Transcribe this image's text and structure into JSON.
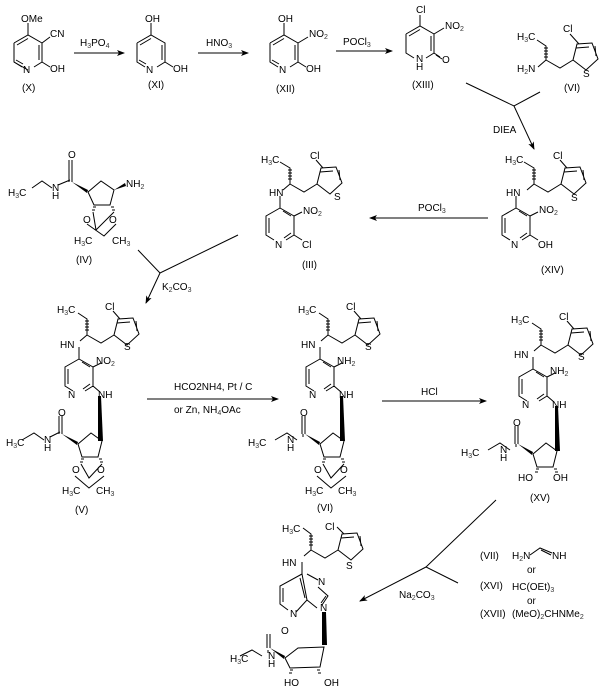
{
  "compounds": {
    "X": {
      "label": "(X)",
      "atoms": {
        "ome": "OMe",
        "cn": "CN",
        "n": "N",
        "oh": "OH"
      }
    },
    "XI": {
      "label": "(XI)",
      "atoms": {
        "oh_top": "OH",
        "n": "N",
        "oh": "OH"
      }
    },
    "XII": {
      "label": "(XII)",
      "atoms": {
        "oh_top": "OH",
        "no2": "NO",
        "no2_sub": "2",
        "n": "N",
        "oh": "OH"
      }
    },
    "XIII": {
      "label": "(XIII)",
      "atoms": {
        "cl": "Cl",
        "no2": "NO",
        "no2_sub": "2",
        "n": "N",
        "h": "H",
        "o": "O"
      }
    },
    "VI": {
      "label": "(VI)",
      "atoms": {
        "h3c": "H",
        "h3c_sub": "3",
        "h3c_c": "C",
        "cl": "Cl",
        "h2n": "H",
        "h2n_sub": "2",
        "h2n_n": "N",
        "s": "S"
      }
    },
    "IV": {
      "label": "(IV)",
      "atoms": {
        "o": "O",
        "h3c": "H",
        "h3c_sub": "3",
        "h3c_c": "C",
        "nh": "N",
        "h": "H",
        "nh2": "NH",
        "nh2_sub": "2",
        "o1": "O",
        "o2": "O",
        "me1": "H",
        "me1_sub": "3",
        "me1_c": "C",
        "me2": "CH",
        "me2_sub": "3"
      }
    },
    "III": {
      "label": "(III)",
      "atoms": {
        "h3c": "H",
        "h3c_sub": "3",
        "h3c_c": "C",
        "cl_th": "Cl",
        "hn": "HN",
        "s": "S",
        "no2": "NO",
        "no2_sub": "2",
        "n": "N",
        "cl": "Cl"
      }
    },
    "XIV": {
      "label": "(XIV)",
      "atoms": {
        "h3c": "H",
        "h3c_sub": "3",
        "h3c_c": "C",
        "cl_th": "Cl",
        "hn": "HN",
        "s": "S",
        "no2": "NO",
        "no2_sub": "2",
        "n": "N",
        "oh": "OH"
      }
    },
    "V": {
      "label": "(V)",
      "atoms": {
        "h3c": "H",
        "h3c_sub": "3",
        "h3c_c": "C",
        "cl_th": "Cl",
        "hn": "HN",
        "s": "S",
        "no2": "NO",
        "no2_sub": "2",
        "n": "N",
        "nh": "NH",
        "o": "O",
        "eh3c": "H",
        "eh3c_sub": "3",
        "eh3c_c": "C",
        "amide_n": "N",
        "amide_h": "H",
        "o1": "O",
        "o2": "O",
        "me1": "H",
        "me1_sub": "3",
        "me1_c": "C",
        "me2": "CH",
        "me2_sub": "3"
      }
    },
    "VI_red": {
      "label": "(VI)",
      "atoms": {
        "h3c": "H",
        "h3c_sub": "3",
        "h3c_c": "C",
        "cl_th": "Cl",
        "hn": "HN",
        "s": "S",
        "nh2": "NH",
        "nh2_sub": "2",
        "n": "N",
        "nh": "NH",
        "o": "O",
        "eh3c": "H",
        "eh3c_sub": "3",
        "eh3c_c": "C",
        "amide_n": "N",
        "amide_h": "H",
        "o1": "O",
        "o2": "O",
        "me1": "H",
        "me1_sub": "3",
        "me1_c": "C",
        "me2": "CH",
        "me2_sub": "3"
      }
    },
    "XV": {
      "label": "(XV)",
      "atoms": {
        "h3c": "H",
        "h3c_sub": "3",
        "h3c_c": "C",
        "cl_th": "Cl",
        "hn": "HN",
        "s": "S",
        "nh2": "NH",
        "nh2_sub": "2",
        "n": "N",
        "nh": "NH",
        "o": "O",
        "eh3c": "H",
        "eh3c_sub": "3",
        "eh3c_c": "C",
        "amide_n": "N",
        "amide_h": "H",
        "ho": "HO",
        "oh": "OH"
      }
    },
    "final": {
      "atoms": {
        "h3c": "H",
        "h3c_sub": "3",
        "h3c_c": "C",
        "cl_th": "Cl",
        "hn": "HN",
        "s": "S",
        "n_im": "N",
        "n_py": "N",
        "n9": "N",
        "o": "O",
        "eh3c": "H",
        "eh3c_sub": "3",
        "eh3c_c": "C",
        "amide_n": "N",
        "amide_h": "H",
        "ho": "HO",
        "oh": "OH"
      }
    }
  },
  "reagents": {
    "r1": {
      "main": "H",
      "sub": "3",
      "rest": "PO",
      "sub2": "4"
    },
    "r2": {
      "main": "HNO",
      "sub": "3"
    },
    "r3": {
      "main": "POCl",
      "sub": "3"
    },
    "r4": "DIEA",
    "r5": {
      "main": "POCl",
      "sub": "3"
    },
    "r6": {
      "main": "K",
      "sub": "2",
      "rest": "CO",
      "sub2": "3"
    },
    "r7_line1": "HCO2NH4, Pt / C",
    "r7_line2": {
      "a": "or Zn, NH",
      "sub": "4",
      "b": "OAc"
    },
    "r8": "HCl",
    "r9": {
      "main": "Na",
      "sub": "2",
      "rest": "CO",
      "sub2": "3"
    }
  },
  "cyclization_reagents": [
    {
      "label": "(VII)",
      "formula": {
        "a": "H",
        "sub": "2",
        "b": "N",
        "c": "NH"
      }
    },
    {
      "or": "or"
    },
    {
      "label": "(XVI)",
      "formula": {
        "a": "HC(OEt)",
        "sub": "3"
      }
    },
    {
      "or": "or"
    },
    {
      "label": "(XVII)",
      "formula": {
        "a": "(MeO)",
        "sub": "2",
        "b": "CHNMe",
        "sub2": "2"
      }
    }
  ]
}
